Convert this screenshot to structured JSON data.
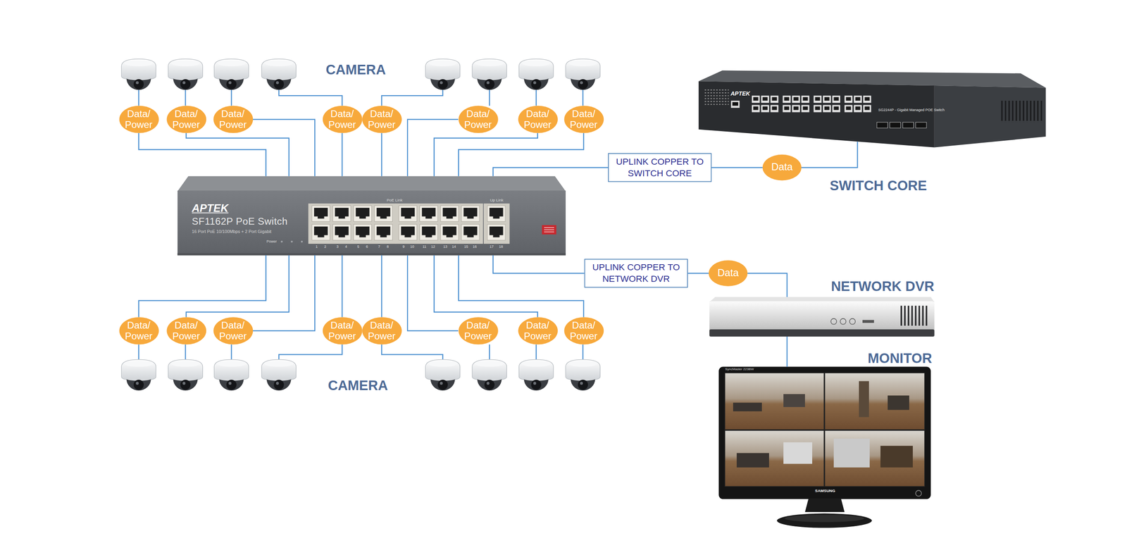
{
  "diagram": {
    "nodes": [
      {
        "text": [
          "Data/ Power"
        ]
      },
      {
        "text": [
          "Data/ Power"
        ]
      },
      {
        "text": [
          "Data/ Power"
        ]
      },
      {
        "text": [
          "Data/ Power"
        ]
      },
      {
        "text": [
          "Data/ Power"
        ]
      },
      {
        "text": [
          "Data/ Power"
        ]
      },
      {
        "text": [
          "Data/ Power"
        ]
      },
      {
        "text": [
          "Data/ Power"
        ]
      },
      {
        "text": [
          "SWITCH CORE"
        ]
      },
      {
        "text": [
          "UPLINK COPPER TO SWITCH CORE"
        ]
      },
      {
        "text": [
          "Data"
        ]
      },
      {
        "text": [
          "APTEK",
          "SF1162P PoE Switch",
          "16 Port PoE 10/100Mbps + 2 Port Gigabit"
        ]
      },
      {
        "text": [
          "UPLINK COPPER TO NETWORK DVR"
        ]
      },
      {
        "text": [
          "Data"
        ]
      },
      {
        "text": [
          "NETWORK DVR"
        ]
      },
      {
        "text": [
          "Data/ Power"
        ]
      },
      {
        "text": [
          "Data/ Power"
        ]
      },
      {
        "text": [
          "Data/ Power"
        ]
      },
      {
        "text": [
          "Data/ Power"
        ]
      },
      {
        "text": [
          "Data/ Power"
        ]
      },
      {
        "text": [
          "Data/ Power"
        ]
      },
      {
        "text": [
          "Data/ Power"
        ]
      },
      {
        "text": [
          "Data/ Power"
        ]
      },
      {
        "text": [
          "MONITOR"
        ]
      }
    ],
    "edges": [
      {
        "from": 0,
        "to": 11,
        "arrow": "none"
      },
      {
        "from": 1,
        "to": 11,
        "arrow": "none"
      },
      {
        "from": 2,
        "to": 11,
        "arrow": "none"
      },
      {
        "from": 3,
        "to": 11,
        "arrow": "none"
      },
      {
        "from": 4,
        "to": 11,
        "arrow": "none"
      },
      {
        "from": 5,
        "to": 11,
        "arrow": "none"
      },
      {
        "from": 6,
        "to": 11,
        "arrow": "none"
      },
      {
        "from": 7,
        "to": 11,
        "arrow": "none"
      },
      {
        "from": 15,
        "to": 11,
        "arrow": "none"
      },
      {
        "from": 16,
        "to": 11,
        "arrow": "none"
      },
      {
        "from": 17,
        "to": 11,
        "arrow": "none"
      },
      {
        "from": 18,
        "to": 11,
        "arrow": "none"
      },
      {
        "from": 19,
        "to": 11,
        "arrow": "none"
      },
      {
        "from": 20,
        "to": 11,
        "arrow": "none"
      },
      {
        "from": 21,
        "to": 11,
        "arrow": "none"
      },
      {
        "from": 22,
        "to": 11,
        "arrow": "none"
      },
      {
        "from": 11,
        "to": 9,
        "arrow": "none"
      },
      {
        "from": 9,
        "to": 10,
        "arrow": "none"
      },
      {
        "from": 10,
        "to": 8,
        "arrow": "none"
      },
      {
        "from": 11,
        "to": 12,
        "arrow": "none"
      },
      {
        "from": 12,
        "to": 13,
        "arrow": "none"
      },
      {
        "from": 13,
        "to": 14,
        "arrow": "none"
      },
      {
        "from": 14,
        "to": 23,
        "arrow": "none"
      }
    ],
    "labels": [
      "CAMERA",
      "CAMERA",
      "PoE Link",
      "Up Link",
      "Power",
      "1",
      "2",
      "3",
      "4",
      "5",
      "6",
      "7",
      "8",
      "9",
      "10",
      "11",
      "12",
      "13",
      "14",
      "15",
      "16",
      "17",
      "18",
      "APTEK",
      "SG2244P - Gigabit Managed POE Switch",
      "SyncMaster 223BW",
      "SAMSUNG"
    ]
  }
}
